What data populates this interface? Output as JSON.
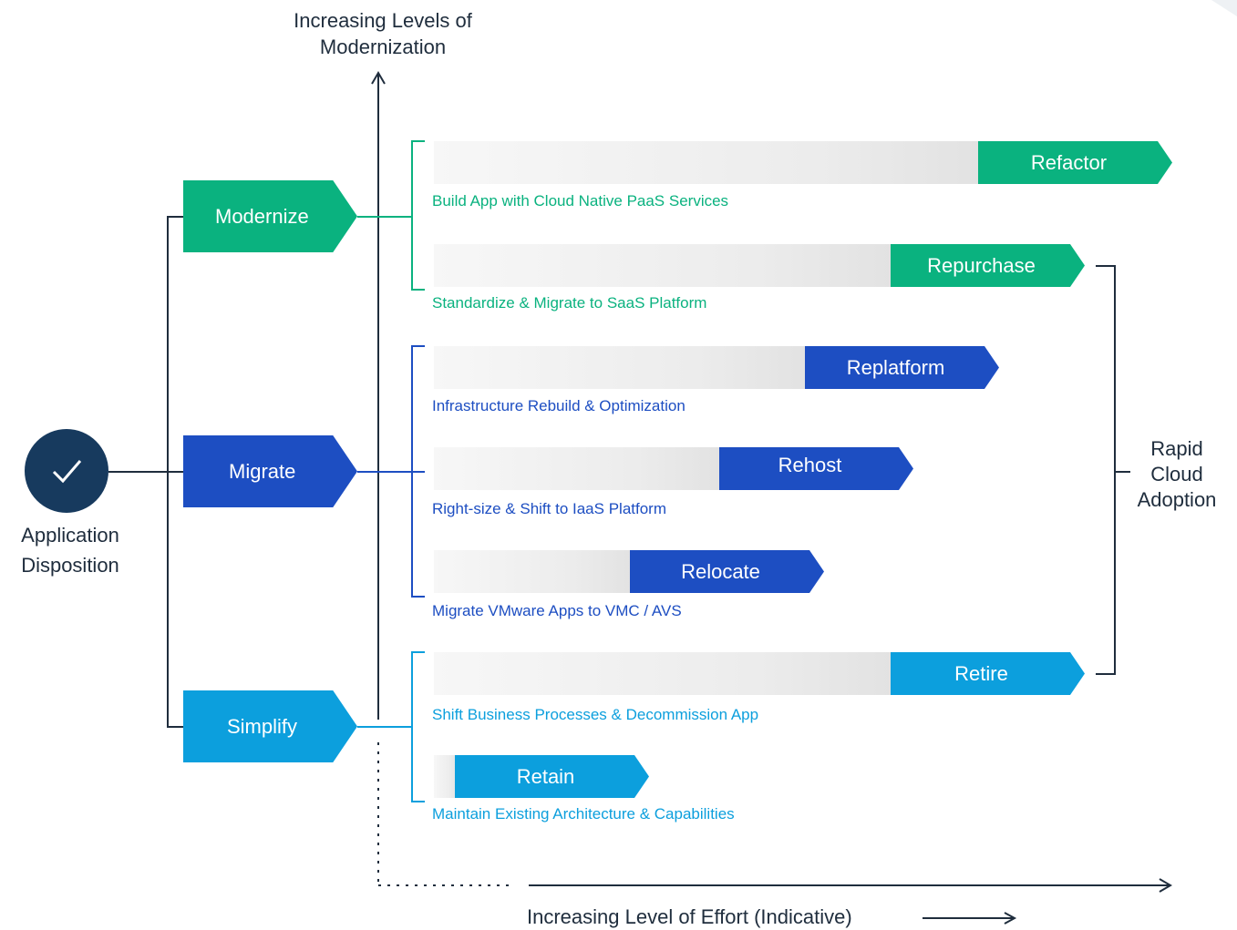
{
  "axis": {
    "vertical_label": "Increasing Levels of Modernization",
    "horizontal_label": "Increasing Level of Effort (Indicative)"
  },
  "root": {
    "label": "Application Disposition",
    "icon": "checkmark-icon",
    "color": "#173a5e"
  },
  "categories": [
    {
      "label": "Modernize",
      "color": "#0ab27f"
    },
    {
      "label": "Migrate",
      "color": "#1d4ec2"
    },
    {
      "label": "Simplify",
      "color": "#0c9fdd"
    }
  ],
  "strategies": [
    {
      "label": "Refactor",
      "description": "Build App with Cloud Native PaaS Services",
      "category": "Modernize",
      "color": "#0ab27f"
    },
    {
      "label": "Repurchase",
      "description": "Standardize & Migrate to SaaS Platform",
      "category": "Modernize",
      "color": "#0ab27f"
    },
    {
      "label": "Replatform",
      "description": "Infrastructure Rebuild & Optimization",
      "category": "Migrate",
      "color": "#1d4ec2"
    },
    {
      "label": "Rehost",
      "description": "Right-size & Shift to IaaS Platform",
      "category": "Migrate",
      "color": "#1d4ec2"
    },
    {
      "label": "Relocate",
      "description": "Migrate VMware Apps to VMC / AVS",
      "category": "Migrate",
      "color": "#1d4ec2"
    },
    {
      "label": "Retire",
      "description": "Shift Business Processes & Decommission App",
      "category": "Simplify",
      "color": "#0c9fdd"
    },
    {
      "label": "Retain",
      "description": "Maintain Existing Architecture & Capabilities",
      "category": "Simplify",
      "color": "#0c9fdd"
    }
  ],
  "bracket_label": "Rapid Cloud Adoption"
}
